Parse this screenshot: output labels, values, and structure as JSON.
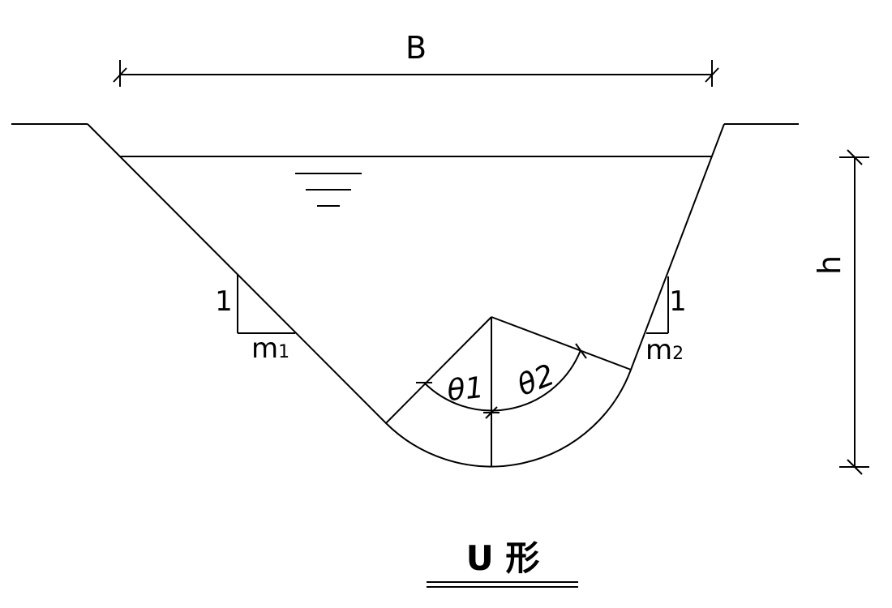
{
  "labels": {
    "width": "B",
    "depth": "h",
    "left_slope_rise": "1",
    "left_slope_run": "m",
    "left_slope_run_sub": "1",
    "right_slope_rise": "1",
    "right_slope_run": "m",
    "right_slope_run_sub": "2",
    "angle_left": "θ1",
    "angle_right": "θ2"
  },
  "caption": "U 形",
  "colors": {
    "line": "#000000",
    "background": "#ffffff"
  }
}
